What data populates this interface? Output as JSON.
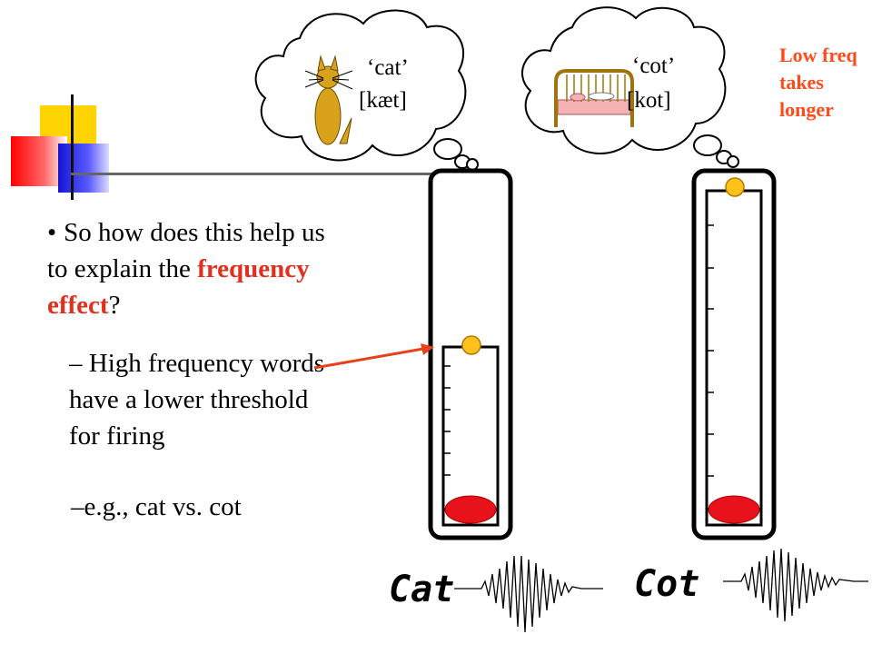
{
  "slide": {
    "bullet_main_prefix": "So how does this help us to explain the ",
    "bullet_main_highlight": "frequency effect",
    "bullet_main_suffix": "?",
    "sub_bullet_1": "– High frequency words have a lower threshold for firing",
    "sub_bullet_2": "–e.g., cat vs. cot",
    "side_note": "Low freq takes longer"
  },
  "thought_bubbles": [
    {
      "word": "‘cat’",
      "ipa": "[kæt]",
      "icon": "cat-icon"
    },
    {
      "word": "‘cot’",
      "ipa": "[kot]",
      "icon": "cot-icon"
    }
  ],
  "handwritten_words": [
    "Cat",
    "Cot"
  ],
  "colors": {
    "highlight": "#e0301e",
    "side_note": "#ff4a1a",
    "fill_red": "#e8121b",
    "ball_yellow": "#ffc21a",
    "arrow": "#e8401a"
  },
  "icons": [
    "logo-blocks",
    "cat-icon",
    "cot-icon",
    "thought-bubble",
    "waveform",
    "arrow"
  ]
}
